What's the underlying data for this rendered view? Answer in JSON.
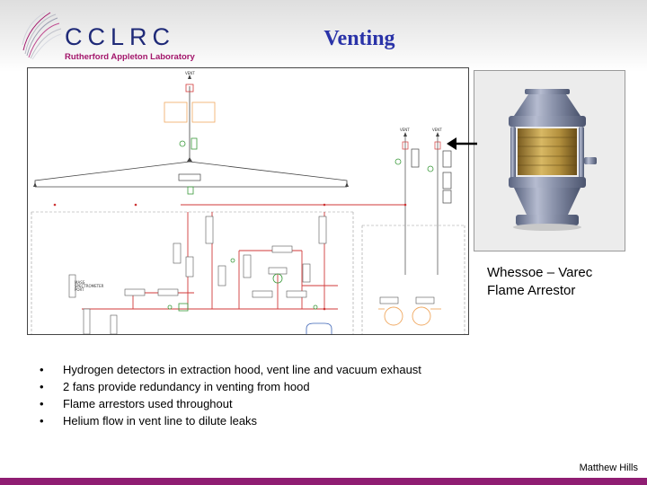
{
  "header": {
    "logo_name": "CCLRC",
    "logo_subtitle": "Rutherford Appleton Laboratory",
    "title": "Venting"
  },
  "diagram": {
    "labels": {
      "vent_top": "VENT",
      "vent_right_1": "VENT",
      "vent_right_2": "VENT",
      "mass_spec": "MASS\nSPECTROMETER\nPORT"
    }
  },
  "photo": {
    "caption_line1": "Whessoe – Varec",
    "caption_line2": "Flame Arrestor"
  },
  "bullets": [
    "Hydrogen detectors in extraction hood, vent line and vacuum exhaust",
    "2 fans provide redundancy in venting from hood",
    "Flame arrestors used throughout",
    "Helium flow in vent line to dilute leaks"
  ],
  "bullet_symbol": "•",
  "footer": {
    "author": "Matthew Hills"
  },
  "colors": {
    "title": "#2a33a8",
    "logo_text": "#1f2a78",
    "logo_subtitle": "#a3166b",
    "footer_bar": "#8f1d72",
    "pipe_red": "#d23a3a",
    "valve_green": "#3a9a3a",
    "vessel_orange": "#f0a860"
  }
}
